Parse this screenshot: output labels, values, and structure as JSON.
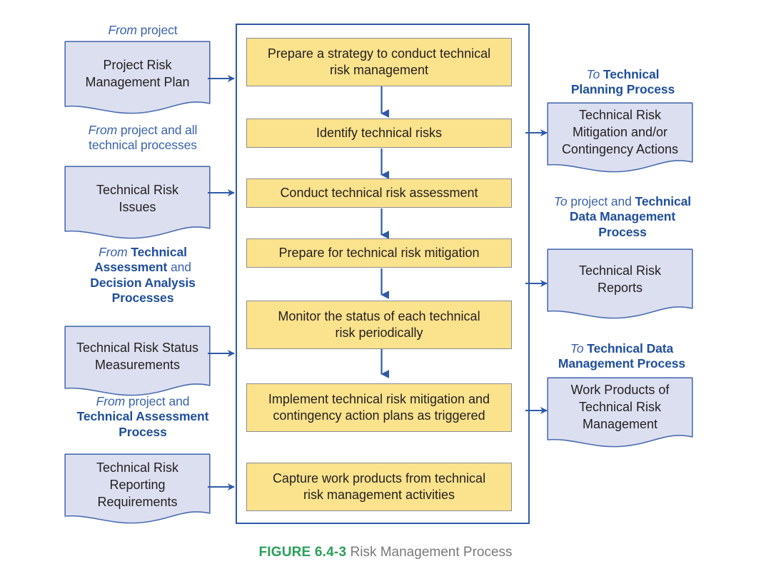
{
  "figure": {
    "number": "FIGURE 6.4-3",
    "title": "Risk Management Process"
  },
  "colors": {
    "process_fill": "#fbe28d",
    "process_border": "#8a8d93",
    "doc_fill": "#dcdff0",
    "doc_border": "#4b6cb0",
    "container_border": "#2f5aa8",
    "arrow": "#2f5aa8",
    "label_blue": "#3a62ad",
    "label_bold_blue": "#1f4e9c",
    "caption_green": "#29a05a",
    "caption_gray": "#7a7a7a"
  },
  "inputs": [
    {
      "label_parts": [
        {
          "text": "From",
          "style": "italic"
        },
        {
          "text": " project",
          "style": "regular"
        }
      ],
      "label_plain": "From project",
      "box_text": "Project Risk\nManagement Plan",
      "lines": [
        "Project Risk",
        "Management Plan"
      ]
    },
    {
      "label_parts": [
        {
          "text": "From",
          "style": "italic"
        },
        {
          "text": " project and all",
          "style": "regular"
        },
        {
          "text": "technical processes",
          "style": "regular"
        }
      ],
      "label_plain": "From project and all technical processes",
      "box_text": "Technical Risk\nIssues",
      "lines": [
        "Technical Risk",
        "Issues"
      ]
    },
    {
      "label_parts": [
        {
          "text": "From",
          "style": "italic"
        },
        {
          "text": " Technical",
          "style": "bold"
        },
        {
          "text": "Assessment",
          "style": "bold"
        },
        {
          "text": " and",
          "style": "regular"
        },
        {
          "text": "Decision Analysis",
          "style": "bold"
        },
        {
          "text": "Processes",
          "style": "bold"
        }
      ],
      "label_plain": "From Technical Assessment and Decision Analysis Processes",
      "box_text": "Technical Risk Status\nMeasurements",
      "lines": [
        "Technical Risk Status",
        "Measurements"
      ]
    },
    {
      "label_parts": [
        {
          "text": "From",
          "style": "italic"
        },
        {
          "text": " project and",
          "style": "regular"
        },
        {
          "text": "Technical Assessment",
          "style": "bold"
        },
        {
          "text": "Process",
          "style": "bold"
        }
      ],
      "label_plain": "From project and Technical Assessment Process",
      "box_text": "Technical Risk\nReporting\nRequirements",
      "lines": [
        "Technical Risk",
        "Reporting",
        "Requirements"
      ]
    }
  ],
  "process_steps": [
    {
      "text": "Prepare a strategy to conduct technical risk management",
      "lines": [
        "Prepare a strategy to conduct technical",
        "risk management"
      ]
    },
    {
      "text": "Identify technical risks",
      "lines": [
        "Identify technical risks"
      ]
    },
    {
      "text": "Conduct technical risk assessment",
      "lines": [
        "Conduct technical risk assessment"
      ]
    },
    {
      "text": "Prepare for technical risk mitigation",
      "lines": [
        "Prepare for technical risk mitigation"
      ]
    },
    {
      "text": "Monitor the status of each technical risk periodically",
      "lines": [
        "Monitor the status of each technical",
        "risk periodically"
      ]
    },
    {
      "text": "Implement technical risk mitigation and contingency action plans as triggered",
      "lines": [
        "Implement technical risk mitigation and",
        "contingency action plans as triggered"
      ]
    },
    {
      "text": "Capture work products from technical risk management activities",
      "lines": [
        "Capture work products from technical",
        "risk management activities"
      ]
    }
  ],
  "outputs": [
    {
      "label_parts": [
        {
          "text": "To",
          "style": "italic"
        },
        {
          "text": " Technical",
          "style": "bold"
        },
        {
          "text": "Planning Process",
          "style": "bold"
        }
      ],
      "label_plain": "To Technical Planning Process",
      "box_text": "Technical Risk\nMitigation and/or\nContingency Actions",
      "lines": [
        "Technical Risk",
        "Mitigation and/or",
        "Contingency Actions"
      ]
    },
    {
      "label_parts": [
        {
          "text": "To",
          "style": "italic"
        },
        {
          "text": " project and ",
          "style": "regular"
        },
        {
          "text": "Technical",
          "style": "bold"
        },
        {
          "text": "Data Management",
          "style": "bold"
        },
        {
          "text": "Process",
          "style": "bold"
        }
      ],
      "label_plain": "To project and Technical Data Management Process",
      "box_text": "Technical Risk\nReports",
      "lines": [
        "Technical Risk",
        "Reports"
      ]
    },
    {
      "label_parts": [
        {
          "text": "To",
          "style": "italic"
        },
        {
          "text": " Technical Data",
          "style": "bold"
        },
        {
          "text": "Management Process",
          "style": "bold"
        }
      ],
      "label_plain": "To Technical Data Management Process",
      "box_text": "Work Products of\nTechnical Risk\nManagement",
      "lines": [
        "Work Products of",
        "Technical Risk",
        "Management"
      ]
    }
  ]
}
